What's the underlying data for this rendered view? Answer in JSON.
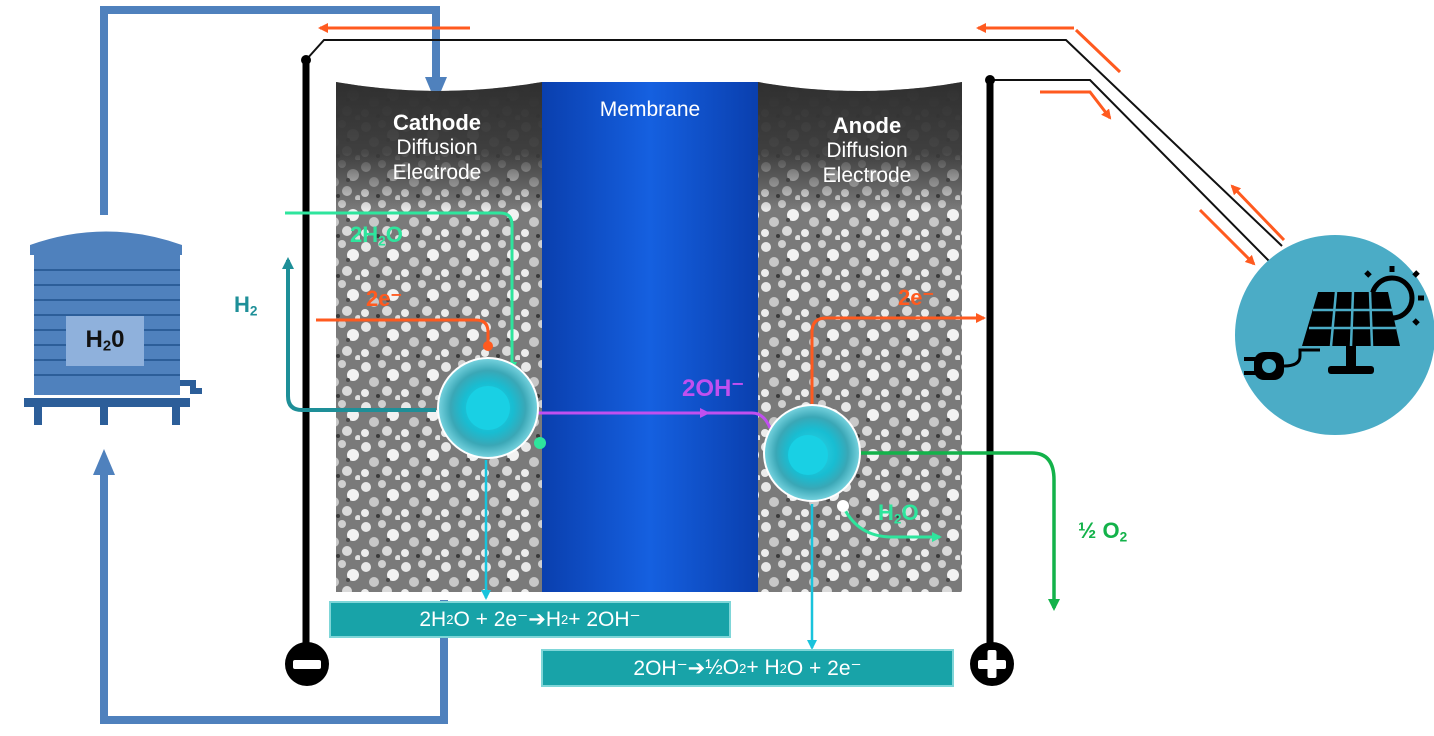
{
  "cathode": {
    "title": "Cathode",
    "line1": "Diffusion",
    "line2": "Electrode"
  },
  "anode": {
    "title": "Anode",
    "line1": "Diffusion",
    "line2": "Electrode"
  },
  "membrane": {
    "label": "Membrane"
  },
  "tank": {
    "label_main": "H",
    "label_sub": "2",
    "label_end": "0"
  },
  "species": {
    "water_in": {
      "main": "2H",
      "sub": "2",
      "end": "O"
    },
    "hydrogen": {
      "main": "H",
      "sub": "2"
    },
    "electrons_cathode": "2e⁻",
    "electrons_anode": "2e⁻",
    "hydroxide": "2OH⁻",
    "water_out": {
      "main": "H",
      "sub": "2",
      "end": "O"
    },
    "oxygen": {
      "main": "½ O",
      "sub": "2"
    }
  },
  "equations": {
    "cathode": {
      "p1": "2H",
      "s1": "2",
      "p2": "O + 2e⁻ ",
      "arrow": "➔",
      "p3": " H",
      "s2": "2",
      "p4": " + 2OH⁻"
    },
    "anode": {
      "p1": "2OH⁻ ",
      "arrow": "➔",
      "p2": " ½O",
      "s1": "2",
      "p3": "+ H",
      "s2": "2",
      "p4": "O + 2e⁻"
    }
  },
  "terminals": {
    "negative": "minus-icon",
    "positive": "plus-icon"
  },
  "colors": {
    "water_pipe": "#4f81bd",
    "electron_flow": "#ff5a1f",
    "water_species": "#2ee59d",
    "hydrogen": "#1e8f98",
    "hydroxide": "#c050f0",
    "oxygen": "#13b24a",
    "membrane": "#1a5fd8",
    "equation_box": "#18a3a8",
    "solar_circle": "#4bacc6"
  }
}
